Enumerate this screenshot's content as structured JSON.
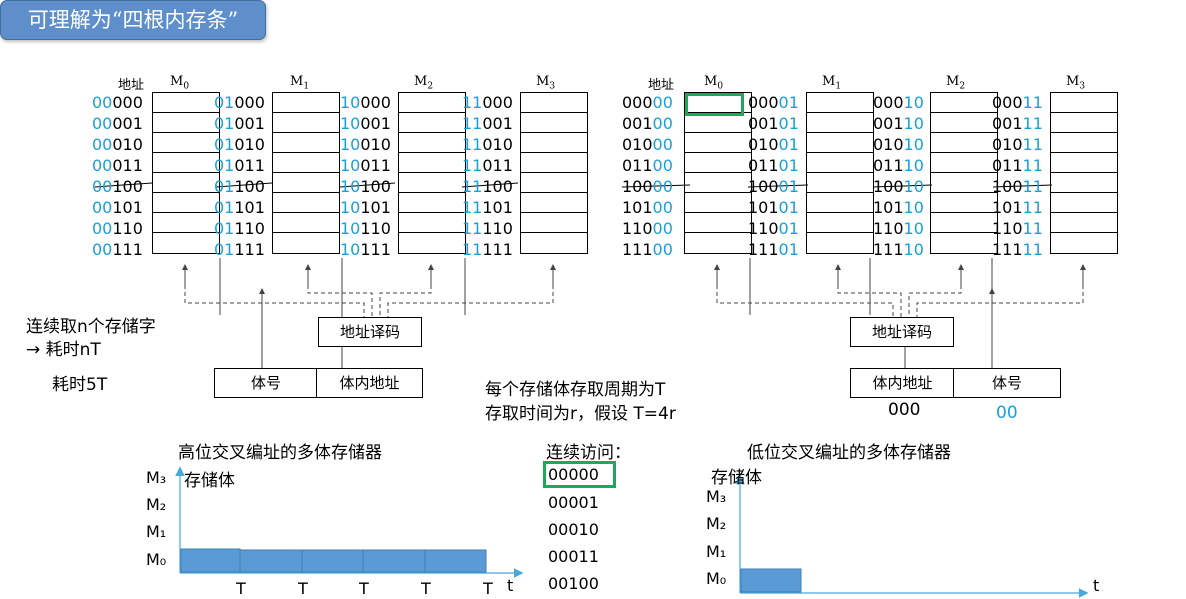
{
  "banner": "可理解为“四根内存条”",
  "left": {
    "addr_label": "地址",
    "banks": [
      {
        "name": "M",
        "sub": "0",
        "rows": [
          [
            "00",
            "000"
          ],
          [
            "00",
            "001"
          ],
          [
            "00",
            "010"
          ],
          [
            "00",
            "011"
          ],
          [
            "00",
            "100"
          ],
          [
            "00",
            "101"
          ],
          [
            "00",
            "110"
          ],
          [
            "00",
            "111"
          ]
        ]
      },
      {
        "name": "M",
        "sub": "1",
        "rows": [
          [
            "01",
            "000"
          ],
          [
            "01",
            "001"
          ],
          [
            "01",
            "010"
          ],
          [
            "01",
            "011"
          ],
          [
            "01",
            "100"
          ],
          [
            "01",
            "101"
          ],
          [
            "01",
            "110"
          ],
          [
            "01",
            "111"
          ]
        ]
      },
      {
        "name": "M",
        "sub": "2",
        "rows": [
          [
            "10",
            "000"
          ],
          [
            "10",
            "001"
          ],
          [
            "10",
            "010"
          ],
          [
            "10",
            "011"
          ],
          [
            "10",
            "100"
          ],
          [
            "10",
            "101"
          ],
          [
            "10",
            "110"
          ],
          [
            "10",
            "111"
          ]
        ]
      },
      {
        "name": "M",
        "sub": "3",
        "rows": [
          [
            "11",
            "000"
          ],
          [
            "11",
            "001"
          ],
          [
            "11",
            "010"
          ],
          [
            "11",
            "011"
          ],
          [
            "11",
            "100"
          ],
          [
            "11",
            "101"
          ],
          [
            "11",
            "110"
          ],
          [
            "11",
            "111"
          ]
        ]
      }
    ],
    "decoder": "地址译码",
    "field1": "体号",
    "field2": "体内地址"
  },
  "right": {
    "addr_label": "地址",
    "banks": [
      {
        "name": "M",
        "sub": "0",
        "rows": [
          [
            "000",
            "00"
          ],
          [
            "001",
            "00"
          ],
          [
            "010",
            "00"
          ],
          [
            "011",
            "00"
          ],
          [
            "100",
            "00"
          ],
          [
            "101",
            "00"
          ],
          [
            "110",
            "00"
          ],
          [
            "111",
            "00"
          ]
        ]
      },
      {
        "name": "M",
        "sub": "1",
        "rows": [
          [
            "000",
            "01"
          ],
          [
            "001",
            "01"
          ],
          [
            "010",
            "01"
          ],
          [
            "011",
            "01"
          ],
          [
            "100",
            "01"
          ],
          [
            "101",
            "01"
          ],
          [
            "110",
            "01"
          ],
          [
            "111",
            "01"
          ]
        ]
      },
      {
        "name": "M",
        "sub": "2",
        "rows": [
          [
            "000",
            "10"
          ],
          [
            "001",
            "10"
          ],
          [
            "010",
            "10"
          ],
          [
            "011",
            "10"
          ],
          [
            "100",
            "10"
          ],
          [
            "101",
            "10"
          ],
          [
            "110",
            "10"
          ],
          [
            "111",
            "10"
          ]
        ]
      },
      {
        "name": "M",
        "sub": "3",
        "rows": [
          [
            "000",
            "11"
          ],
          [
            "001",
            "11"
          ],
          [
            "010",
            "11"
          ],
          [
            "011",
            "11"
          ],
          [
            "100",
            "11"
          ],
          [
            "101",
            "11"
          ],
          [
            "110",
            "11"
          ],
          [
            "111",
            "11"
          ]
        ]
      }
    ],
    "decoder": "地址译码",
    "field1": "体内地址",
    "field2": "体号",
    "value1": "000",
    "value2": "00"
  },
  "notes": {
    "line1": "连续取n个存储字",
    "line2": "→ 耗时nT",
    "line3": "耗时5T",
    "mid1": "每个存储体存取周期为T",
    "mid2": "存取时间为r，假设 T=4r"
  },
  "high_title": "高位交叉编址的多体存储器",
  "low_title": "低位交叉编址的多体存储器",
  "axis_label": "存储体",
  "axis_t": "t",
  "m_labels": [
    "M₃",
    "M₂",
    "M₁",
    "M₀"
  ],
  "t_label": "T",
  "seq_title": "连续访问：",
  "seq": [
    "00000",
    "00001",
    "00010",
    "00011",
    "00100"
  ],
  "colors": {
    "blue": "#1a9fd9",
    "bar": "#5b9bd5",
    "green": "#1ea85a",
    "banner": "#5f8fcb"
  }
}
